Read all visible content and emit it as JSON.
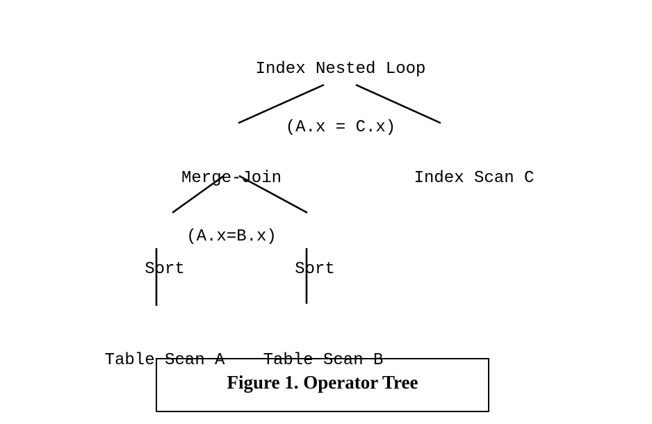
{
  "nodes": {
    "root": {
      "line1": "Index Nested Loop",
      "line2": "(A.x = C.x)"
    },
    "merge_join": {
      "line1": "Merge-Join",
      "line2": "(A.x=B.x)"
    },
    "index_scan_c": {
      "line1": "Index Scan C"
    },
    "sort_left": {
      "line1": "Sort"
    },
    "sort_right": {
      "line1": "Sort"
    },
    "table_scan_a": {
      "line1": "Table Scan A"
    },
    "table_scan_b": {
      "line1": "Table Scan B"
    }
  },
  "edges": [
    {
      "from": "Index Nested Loop",
      "to": "Merge-Join"
    },
    {
      "from": "Index Nested Loop",
      "to": "Index Scan C"
    },
    {
      "from": "Merge-Join",
      "to": "Sort (left)"
    },
    {
      "from": "Merge-Join",
      "to": "Sort (right)"
    },
    {
      "from": "Sort (left)",
      "to": "Table Scan A"
    },
    {
      "from": "Sort (right)",
      "to": "Table Scan B"
    }
  ],
  "caption": "Figure 1. Operator Tree",
  "colors": {
    "stroke": "#000000",
    "background": "#ffffff"
  }
}
